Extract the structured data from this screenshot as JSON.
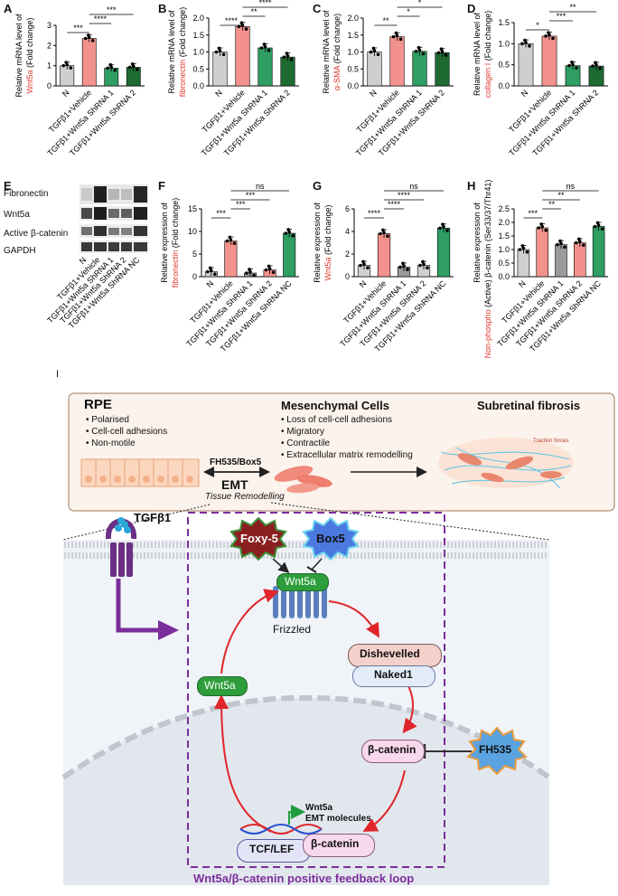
{
  "panels": {
    "A": "A",
    "B": "B",
    "C": "C",
    "D": "D",
    "E": "E",
    "F": "F",
    "G": "G",
    "H": "H",
    "I": "I"
  },
  "groups4": [
    "N",
    "TGFβ1+Vehicle",
    "TGFβ1+Wnt5a ShRNA 1",
    "TGFβ1+Wnt5a ShRNA 2"
  ],
  "groups5": [
    "N",
    "TGFβ1+Vehicle",
    "TGFβ1+Wnt5a ShRNA 1",
    "TGFβ1+Wnt5a ShRNA 2",
    "TGFβ1+Wnt5a ShRNA NC"
  ],
  "colors": {
    "gray": "#cfcfcf",
    "pink": "#f3928c",
    "green": "#2e9e63",
    "dkgreen": "#1e6b32",
    "red": "#e03a31"
  },
  "chart_data": [
    {
      "id": "A",
      "type": "bar",
      "ylabel_prefix": "Relative mRNA level of",
      "ylabel_red": "Wnt5a",
      "ylabel_suffix": "(Fold change)",
      "ylim": [
        0,
        3
      ],
      "yticks": [
        "0",
        "1",
        "2",
        "3"
      ],
      "values": [
        1.0,
        2.35,
        0.88,
        0.92
      ],
      "sig": [
        "***",
        "****",
        "***"
      ]
    },
    {
      "id": "B",
      "type": "bar",
      "ylabel_prefix": "Relative mRNA level of",
      "ylabel_red": "fibronectin",
      "ylabel_suffix": "(Fold change)",
      "ylim": [
        0,
        2
      ],
      "yticks": [
        "0.0",
        "0.5",
        "1.0",
        "1.5",
        "2.0"
      ],
      "values": [
        1.0,
        1.75,
        1.12,
        0.85
      ],
      "sig": [
        "****",
        "**",
        "****"
      ]
    },
    {
      "id": "C",
      "type": "bar",
      "ylabel_prefix": "Relative mRNA level of",
      "ylabel_red": "α-SMA",
      "ylabel_suffix": "(Fold change)",
      "ylim": [
        0,
        2
      ],
      "yticks": [
        "0.0",
        "0.5",
        "1.0",
        "1.5",
        "2.0"
      ],
      "values": [
        1.0,
        1.45,
        1.02,
        0.98
      ],
      "sig": [
        "**",
        "*",
        "*"
      ]
    },
    {
      "id": "D",
      "type": "bar",
      "ylabel_prefix": "Relative mRNA level of",
      "ylabel_red": "collagen I",
      "ylabel_suffix": "(Fold change)",
      "ylim": [
        0,
        1.5
      ],
      "yticks": [
        "0.0",
        "0.5",
        "1.0",
        "1.5"
      ],
      "values": [
        1.0,
        1.18,
        0.48,
        0.47
      ],
      "sig": [
        "*",
        "***",
        "**"
      ]
    },
    {
      "id": "F",
      "type": "bar",
      "ylabel_prefix": "Relative expression of",
      "ylabel_red": "fibronectin",
      "ylabel_suffix": "(Fold change)",
      "ylim": [
        0,
        15
      ],
      "yticks": [
        "0",
        "5",
        "10",
        "15"
      ],
      "values": [
        1.1,
        7.9,
        0.8,
        1.5,
        9.6
      ],
      "sig": [
        "***",
        "***",
        "***",
        "ns"
      ]
    },
    {
      "id": "G",
      "type": "bar",
      "ylabel_prefix": "Relative expression of",
      "ylabel_red": "Wnt5a",
      "ylabel_suffix": "(Fold change)",
      "ylim": [
        0,
        6
      ],
      "yticks": [
        "0",
        "2",
        "4",
        "6"
      ],
      "values": [
        1.0,
        3.8,
        0.85,
        1.0,
        4.3
      ],
      "sig": [
        "****",
        "****",
        "****",
        "ns"
      ]
    },
    {
      "id": "H",
      "type": "bar",
      "ylabel_prefix": "Relative expression of",
      "ylabel_red": "Non-phospho",
      "ylabel_suffix": "(Active) β-catenin (Ser33/37/Thr41) (Fold change)",
      "ylim": [
        0,
        2.5
      ],
      "yticks": [
        "0.0",
        "0.5",
        "1.0",
        "1.5",
        "2.0",
        "2.5"
      ],
      "values": [
        1.0,
        1.8,
        1.18,
        1.25,
        1.85
      ],
      "sig": [
        "***",
        "**",
        "**",
        "ns"
      ]
    }
  ],
  "blot": {
    "rows": [
      "Fibronectin",
      "Wnt5a",
      "Active β-catenin",
      "GAPDH"
    ]
  },
  "diagram": {
    "rpe_title": "RPE",
    "rpe_items": [
      "• Polarised",
      "• Cell-cell adhesions",
      "• Non-motile"
    ],
    "mes_title": "Mesenchymal Cells",
    "mes_items": [
      "• Loss of cell-cell adhesions",
      "• Migratory",
      "• Contractile",
      "• Extracellular matrix remodelling"
    ],
    "fib_title": "Subretinal fibrosis",
    "arrow_label": "FH535/Box5",
    "emt": "EMT",
    "tissue": "Tissue Remodelling",
    "traction": "Traction forces",
    "foxy": "Foxy-5",
    "box5": "Box5",
    "tgf": "TGFβ1",
    "wnt5a_top": "Wnt5a",
    "frizzled": "Frizzled",
    "dishevelled": "Dishevelled",
    "naked": "Naked1",
    "bcat": "β-catenin",
    "fh535": "FH535",
    "wnt5a_left": "Wnt5a",
    "tcf": "TCF/LEF",
    "bcat2": "β-catenin",
    "gene1": "Wnt5a",
    "gene2": "EMT molecules",
    "loop": "Wnt5a/β-catenin  positive feedback  loop"
  }
}
